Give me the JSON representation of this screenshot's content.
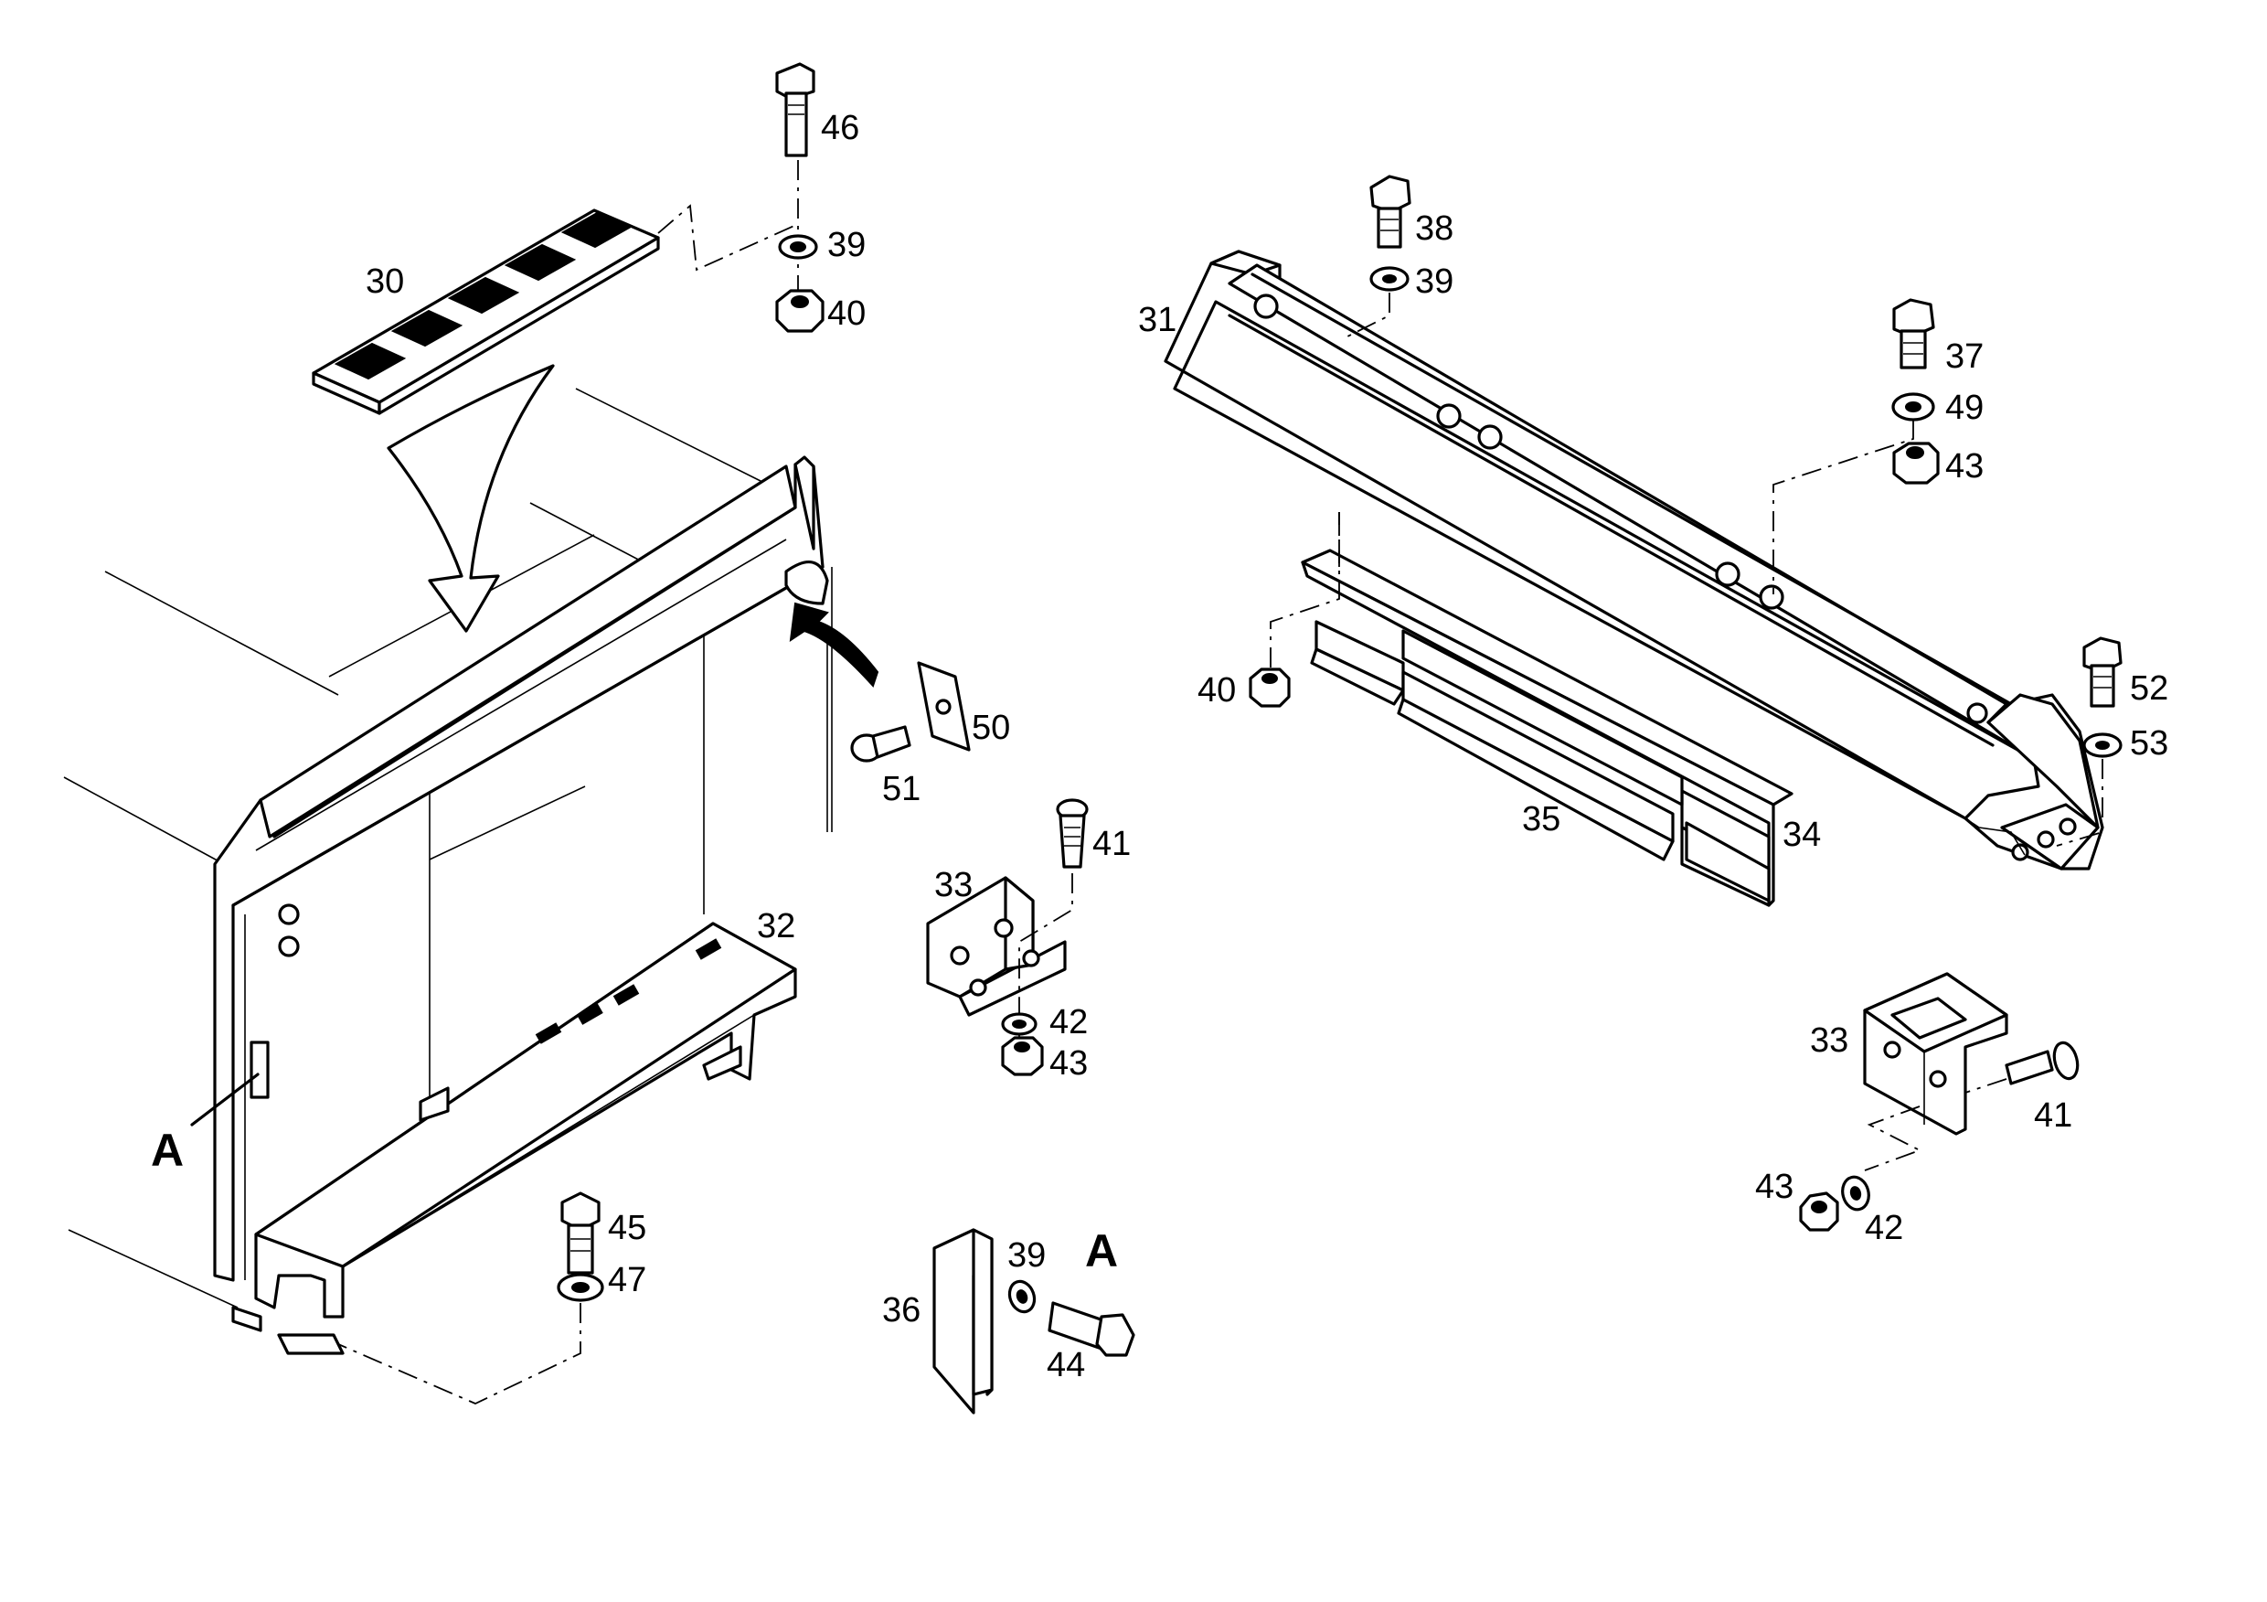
{
  "callouts": {
    "n30": "30",
    "n31": "31",
    "n32": "32",
    "n33_left": "33",
    "n33_right": "33",
    "n34": "34",
    "n35": "35",
    "n36": "36",
    "n37": "37",
    "n38": "38",
    "n39_top": "39",
    "n39_beam": "39",
    "n39_bottom": "39",
    "n40_top": "40",
    "n40_mid": "40",
    "n41_left": "41",
    "n41_right": "41",
    "n42_left": "42",
    "n42_right": "42",
    "n43_left": "43",
    "n43_right": "43",
    "n43_top": "43",
    "n44": "44",
    "n45": "45",
    "n46": "46",
    "n47": "47",
    "n49": "49",
    "n50": "50",
    "n51": "51",
    "n52": "52",
    "n53": "53"
  },
  "detail_marks": {
    "left": "A",
    "bottom": "A"
  }
}
